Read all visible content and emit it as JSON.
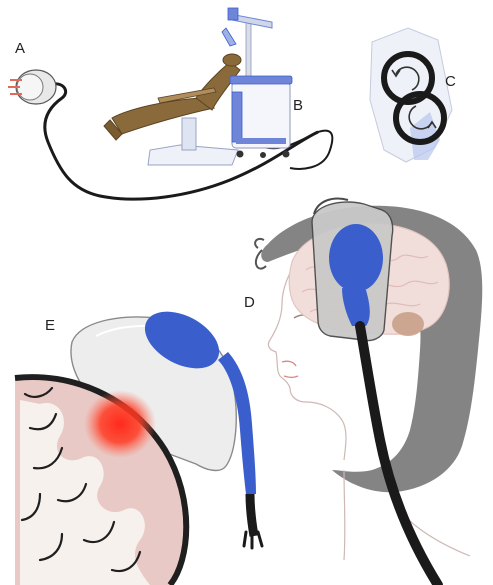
{
  "figure": {
    "labels": {
      "a": "A",
      "b": "B",
      "c": "C",
      "d": "D",
      "e": "E"
    },
    "colors": {
      "coil_blue": "#3a5fcd",
      "cable_black": "#1a1a1a",
      "chair_brown": "#8a6a3a",
      "hair_gray": "#6e6e6e",
      "skin_outline": "#cdb8b4",
      "brain_pink": "#e9c9c5",
      "cortex_dark": "#1f1f1f",
      "activation_red": "#ff2a1a",
      "cart_white": "#f4f6fb",
      "cart_blue": "#6f86d8"
    }
  }
}
